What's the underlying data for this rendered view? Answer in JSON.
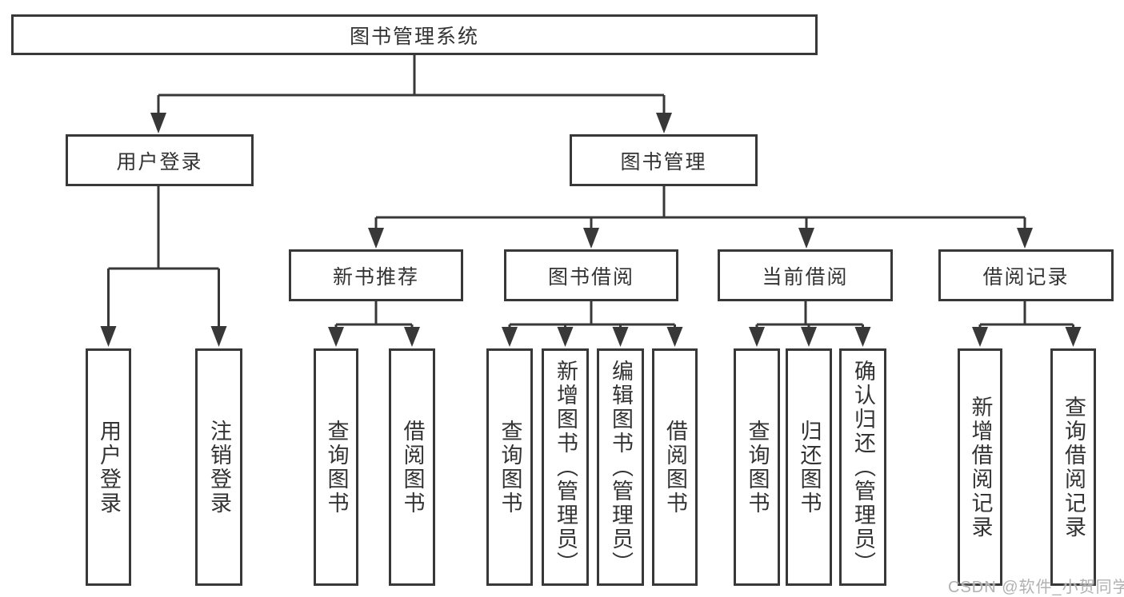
{
  "diagram": {
    "root": {
      "label": "图书管理系统"
    },
    "branches": [
      {
        "label": "用户登录",
        "children": [
          {
            "label": "用户登录"
          },
          {
            "label": "注销登录"
          }
        ]
      },
      {
        "label": "图书管理",
        "children": [
          {
            "label": "新书推荐",
            "children": [
              {
                "label": "查询图书"
              },
              {
                "label": "借阅图书"
              }
            ]
          },
          {
            "label": "图书借阅",
            "children": [
              {
                "label": "查询图书"
              },
              {
                "label": "新增图书（管理员）"
              },
              {
                "label": "编辑图书（管理员）"
              },
              {
                "label": "借阅图书"
              }
            ]
          },
          {
            "label": "当前借阅",
            "children": [
              {
                "label": "查询图书"
              },
              {
                "label": "归还图书"
              },
              {
                "label": "确认归还（管理员）"
              }
            ]
          },
          {
            "label": "借阅记录",
            "children": [
              {
                "label": "新增借阅记录"
              },
              {
                "label": "查询借阅记录"
              }
            ]
          }
        ]
      }
    ],
    "watermark": "CSDN @软件_小贺同学",
    "colors": {
      "line": "#383838",
      "text": "#333333",
      "watermark": "#b1b1b1",
      "background": "#ffffff"
    }
  }
}
